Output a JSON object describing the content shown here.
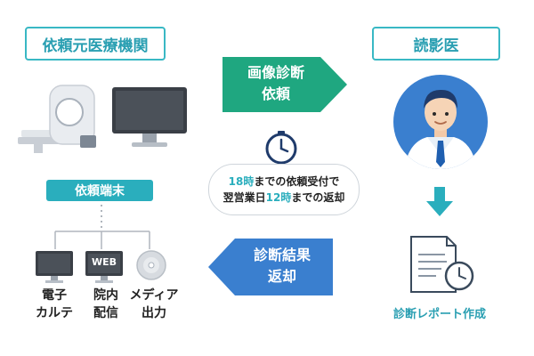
{
  "left_header": "依頼元医療機関",
  "right_header": "読影医",
  "request_arrow": {
    "line1": "画像診断",
    "line2": "依頼"
  },
  "return_arrow": {
    "line1": "診断結果",
    "line2": "返却"
  },
  "note": {
    "hour1": "18時",
    "text1": "までの依頼受付で",
    "text2a": "翌営業日",
    "hour2": "12時",
    "text2b": "までの返却"
  },
  "terminal_label": "依頼端末",
  "web_label": "WEB",
  "outputs": [
    {
      "line1": "電子",
      "line2": "カルテ"
    },
    {
      "line1": "院内",
      "line2": "配信"
    },
    {
      "line1": "メディア",
      "line2": "出力"
    }
  ],
  "report_label": "診断レポート作成",
  "colors": {
    "teal": "#2aaebd",
    "green": "#1fa780",
    "blue": "#3a7fcf",
    "navy": "#1f3b6b"
  }
}
